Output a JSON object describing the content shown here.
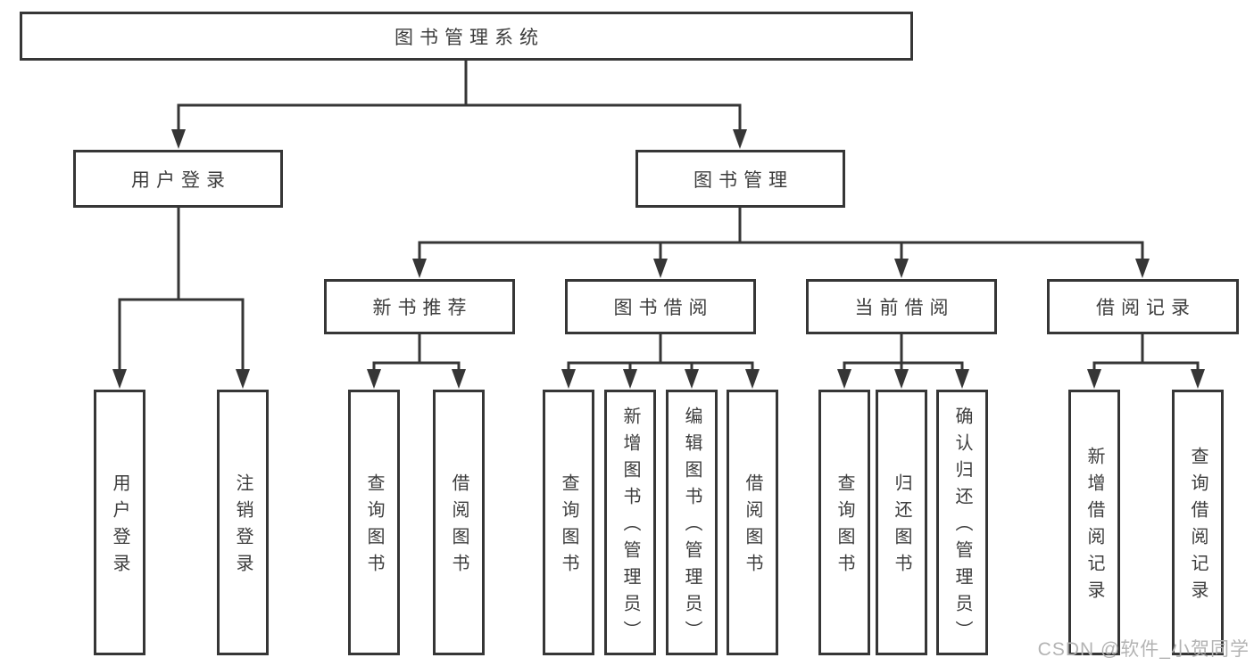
{
  "diagram": {
    "tree": {
      "label": "图书管理系统",
      "children": [
        {
          "label": "用户登录",
          "children": [
            {
              "label": "用户登录"
            },
            {
              "label": "注销登录"
            }
          ]
        },
        {
          "label": "图书管理",
          "children": [
            {
              "label": "新书推荐",
              "children": [
                {
                  "label": "查询图书"
                },
                {
                  "label": "借阅图书"
                }
              ]
            },
            {
              "label": "图书借阅",
              "children": [
                {
                  "label": "查询图书"
                },
                {
                  "label": "新增图书（管理员）"
                },
                {
                  "label": "编辑图书（管理员）"
                },
                {
                  "label": "借阅图书"
                }
              ]
            },
            {
              "label": "当前借阅",
              "children": [
                {
                  "label": "查询图书"
                },
                {
                  "label": "归还图书"
                },
                {
                  "label": "确认归还（管理员）"
                }
              ]
            },
            {
              "label": "借阅记录",
              "children": [
                {
                  "label": "新增借阅记录"
                },
                {
                  "label": "查询借阅记录"
                }
              ]
            }
          ]
        }
      ]
    },
    "colors": {
      "line": "#363636",
      "box_border": "#363636",
      "box_fill": "#ffffff",
      "text": "#3d3d3d",
      "background": "#ffffff",
      "watermark_text": "#b3b3b3"
    }
  },
  "watermark": {
    "text": "CSDN @软件_小贺同学"
  }
}
